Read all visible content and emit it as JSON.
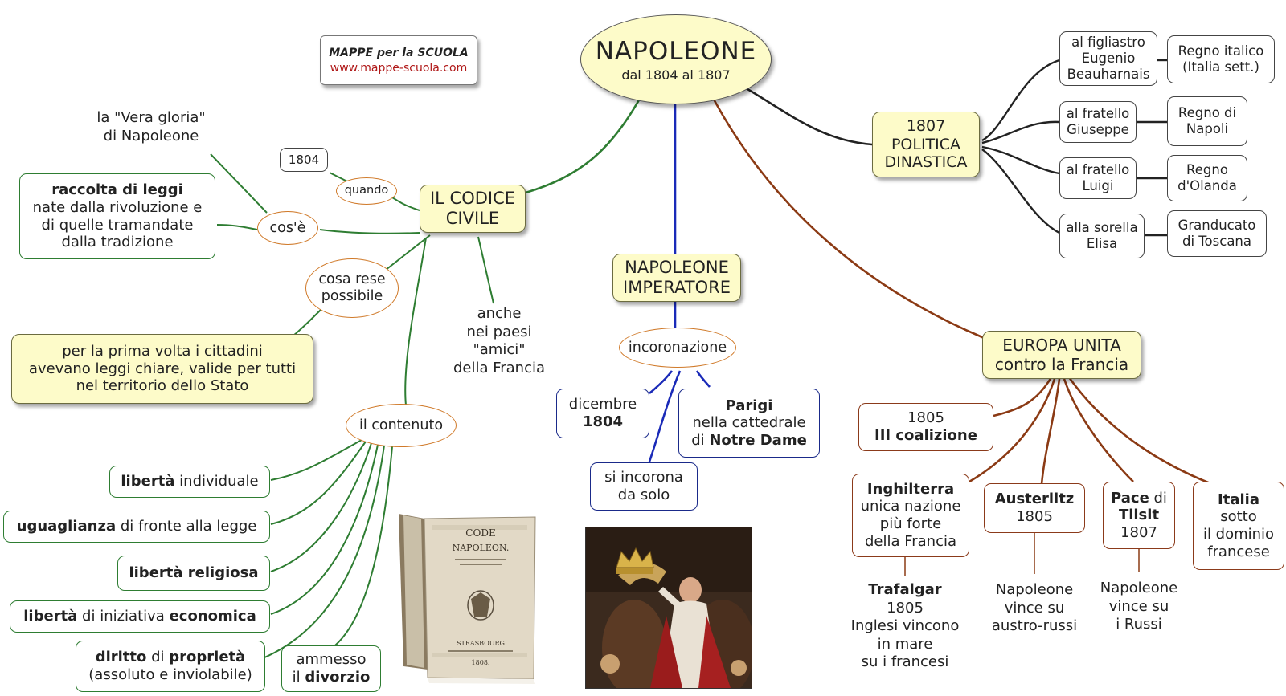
{
  "header": {
    "title": "NAPOLEONE",
    "subtitle": "dal 1804 al 1807",
    "credit_line1": "MAPPE per la SCUOLA",
    "credit_line2": "www.mappe-scuola.com"
  },
  "codice": {
    "title": [
      "IL CODICE",
      "CIVILE"
    ],
    "quando": "quando",
    "year": "1804",
    "cose": "cos'è",
    "vera_gloria": [
      "la \"Vera gloria\"",
      "di Napoleone"
    ],
    "raccolta_bold": "raccolta di leggi",
    "raccolta_rest": [
      "nate dalla rivoluzione e",
      "di quelle tramandate",
      "dalla tradizione"
    ],
    "cosa_rese": [
      "cosa rese",
      "possibile"
    ],
    "prima_volta": [
      "per la prima volta i cittadini",
      "avevano leggi chiare, valide per tutti",
      "nel territorio dello Stato"
    ],
    "anche": [
      "anche",
      "nei paesi",
      "\"amici\"",
      "della Francia"
    ],
    "contenuto": "il contenuto",
    "liberta_ind_b": "libertà",
    "liberta_ind_r": " individuale",
    "uguaglianza_b": "uguaglianza",
    "uguaglianza_r": " di fronte alla legge",
    "liberta_rel": "libertà religiosa",
    "iniziativa_b1": "libertà",
    "iniziativa_r": " di iniziativa ",
    "iniziativa_b2": "economica",
    "proprieta_b1": "diritto",
    "proprieta_r": " di ",
    "proprieta_b2": "proprietà",
    "proprieta_line2": "(assoluto e inviolabile)",
    "divorzio_l1": "ammesso",
    "divorzio_r": "il ",
    "divorzio_b": "divorzio"
  },
  "book": {
    "l1": "CODE",
    "l2": "NAPOLÉON.",
    "l3": "STRASBOURG",
    "l4": "1808."
  },
  "imperatore": {
    "title": [
      "NAPOLEONE",
      "IMPERATORE"
    ],
    "incoronazione": "incoronazione",
    "dicembre": "dicembre",
    "year": "1804",
    "parigi_b": "Parigi",
    "parigi_l2": "nella cattedrale",
    "parigi_l3_r": "di ",
    "parigi_l3_b": "Notre Dame",
    "si_incorona": [
      "si incorona",
      "da solo"
    ]
  },
  "politica": {
    "title": [
      "1807",
      "POLITICA",
      "DINASTICA"
    ],
    "rows": [
      {
        "who": [
          "al figliastro",
          "Eugenio",
          "Beauharnais"
        ],
        "what": [
          "Regno italico",
          "(Italia sett.)"
        ]
      },
      {
        "who": [
          "al fratello",
          "Giuseppe"
        ],
        "what": [
          "Regno di",
          "Napoli"
        ]
      },
      {
        "who": [
          "al fratello",
          "Luigi"
        ],
        "what": [
          "Regno",
          "d'Olanda"
        ]
      },
      {
        "who": [
          "alla sorella",
          "Elisa"
        ],
        "what": [
          "Granducato",
          "di Toscana"
        ]
      }
    ]
  },
  "europa": {
    "title": [
      "EUROPA UNITA",
      "contro la Francia"
    ],
    "coalizione_year": "1805",
    "coalizione_b": "III coalizione",
    "inghilterra_b": "Inghilterra",
    "inghilterra_rest": [
      "unica nazione",
      "più forte",
      "della Francia"
    ],
    "trafalgar_b": "Trafalgar",
    "trafalgar_rest": [
      "1805",
      "Inglesi vincono",
      "in mare",
      "su i francesi"
    ],
    "austerlitz_b": "Austerlitz",
    "austerlitz_year": "1805",
    "austerlitz_note": [
      "Napoleone",
      "vince su",
      "austro-russi"
    ],
    "tilsit_b1": "Pace",
    "tilsit_r": " di",
    "tilsit_b2": "Tilsit",
    "tilsit_year": "1807",
    "tilsit_note": [
      "Napoleone",
      "vince su",
      "i Russi"
    ],
    "italia_b": "Italia",
    "italia_rest": [
      "sotto",
      "il dominio",
      "francese"
    ]
  },
  "colors": {
    "green": "#2e7d32",
    "blue": "#1a2ab8",
    "brown": "#8b3a14",
    "black": "#222222",
    "orange": "#d07a2a",
    "yellow": "#fdfbc9"
  }
}
